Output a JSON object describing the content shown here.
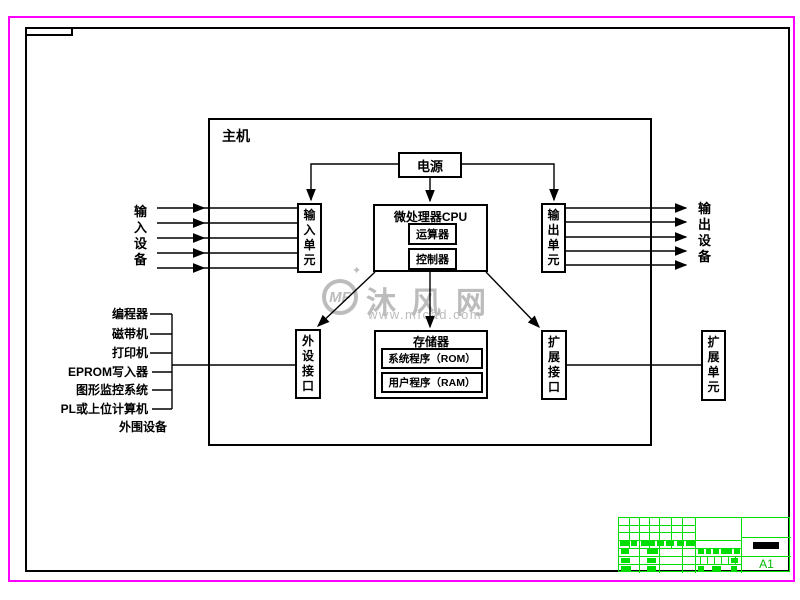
{
  "diagram": {
    "main_box_label": "主机",
    "power_label": "电源",
    "cpu": {
      "title": "微处理器CPU",
      "alu": "运算器",
      "controller": "控制器"
    },
    "input_unit": "输入单元",
    "output_unit": "输出单元",
    "input_devices_label": "输入设备",
    "output_devices_label": "输出设备",
    "memory": {
      "title": "存储器",
      "rom": "系统程序（ROM）",
      "ram": "用户程序（RAM）"
    },
    "periph_interface": "外设接口",
    "expand_interface": "扩展接口",
    "expand_unit": "扩展单元",
    "peripheral_devices": [
      "编程器",
      "磁带机",
      "打印机",
      "EPROM写入器",
      "图形监控系统",
      "PL或上位计算机",
      "外围设备"
    ]
  },
  "watermark": {
    "logo_text": "MF",
    "site_name": "沐风网",
    "site_url": "www.mfcad.com",
    "sparkle": "✦"
  },
  "title_block": {
    "paper_size": "A1"
  },
  "colors": {
    "outer_border": "#ff00ff",
    "drawing_lines": "#000000",
    "title_block_green": "#00dd00",
    "watermark_gray": "#bcbcbc"
  }
}
